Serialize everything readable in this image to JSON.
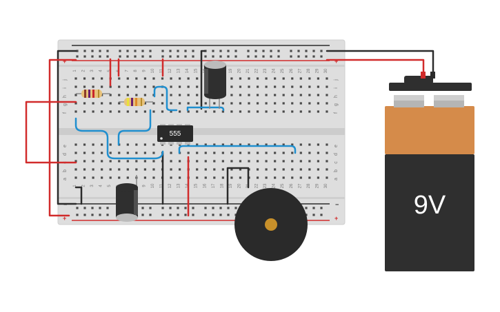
{
  "chip": {
    "label": "555"
  },
  "battery": {
    "label": "9V"
  },
  "breadboard": {
    "rail_plus": "+",
    "rail_minus": "−",
    "rows_top": [
      "j",
      "i",
      "h",
      "g",
      "f"
    ],
    "rows_bottom": [
      "e",
      "d",
      "c",
      "b",
      "a"
    ],
    "column_numbers": [
      "1",
      "2",
      "3",
      "4",
      "5",
      "6",
      "7",
      "8",
      "9",
      "10",
      "11",
      "12",
      "13",
      "14",
      "15",
      "16",
      "17",
      "18",
      "19",
      "20",
      "21",
      "22",
      "23",
      "24",
      "25",
      "26",
      "27",
      "28",
      "29",
      "30"
    ]
  },
  "colors": {
    "breadboard": "#dcdcdc",
    "wire_blue": "#1f8fcf",
    "wire_red": "#d12b2b",
    "wire_black": "#2b2b2b",
    "battery_copper": "#d58b4a",
    "battery_black": "#2f2f2f",
    "chip": "#2a2a2a"
  }
}
